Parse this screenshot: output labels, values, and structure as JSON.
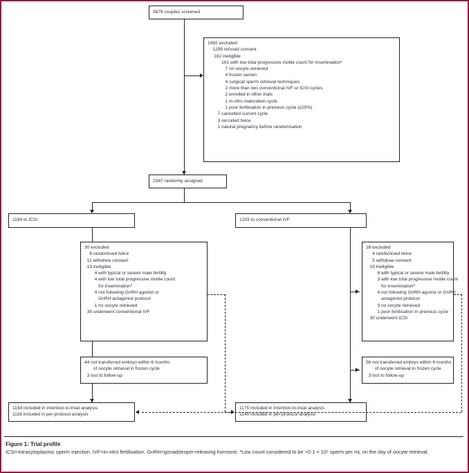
{
  "figure": {
    "label": "Figure 1",
    "title": "Trial profile",
    "caption": "ICSI=intracytoplasmic sperm injection. IVF=in-vitro fertilisation. GnRH=gonadotropin-releasing hormone. *Low count considered to be <0·1 × 10⁹ sperm per mL on the day of oocyte retrieval."
  },
  "flow": {
    "screened_box": "3879 couples screened",
    "excluded_box": "1492 excluded\n    1299 refused consent\n     182 ineligible\n           161 with low total progressive motile count for insemination*\n              7 no oocyte retrieved\n              4 frozen semen\n              4 surgical sperm retrieval techniques\n              2 more than two conventional IVF or ICSI cycles\n              2 enrolled in other trials\n              1 in-vitro maturation cycle\n              1 poor fertilisation in previous cycle (≤25%)\n        7 cancelled current cycle\n        3 recruited twice\n        1 natural pregnancy before randomisation",
    "randomised_box": "2387 randomly assigned",
    "arm_left_box": "1184 to ICSI",
    "arm_right_box": "1203 to conventional IVF",
    "left_excluded_box": "30 excluded\n    6 randomised twice\n  11 withdrew consent\n  13 ineligible\n        4 with typical or severe male fertility\n        4 with low total progressive motile count\n           for insemination*\n        4 not following GnRH agonist or\n           GnRH antagonist protocol\n        1 no oocyte retrieved\n  38 underwent conventional IVF",
    "right_excluded_box": "28 excluded\n     4 randomised twice\n     5 withdrew consent\n   19 ineligible\n         8 with typical or severe male fertility\n         3 with low total progressive motile count\n            for insemination*\n         4 not following GnRH agonist or GnRH\n            antagonist protocol\n         3 no oocyte retrieved\n         1 poor fertilisation in previous cycle\n   30 underwent ICSI",
    "left_not_transferred_box": "44 not transferred embryo within 6 months\n       of oocyte retrieval in frozen cycle\n  3 lost to follow-up",
    "right_not_transferred_box": "56 not transferred embryo within 6 months\n       of oocyte retrieval in frozen cycle\n  3 lost to follow-up",
    "left_analysis_box": "1154 included in intention-to-treat analysis\n1116 included in per-protocol analysis",
    "right_analysis_box": "1175 included in intention-to-treat analysis\n1145 included in per-protocol analysis"
  },
  "colors": {
    "rule": "#9c1641",
    "ink": "#231f20",
    "text": "#2b2a45"
  }
}
